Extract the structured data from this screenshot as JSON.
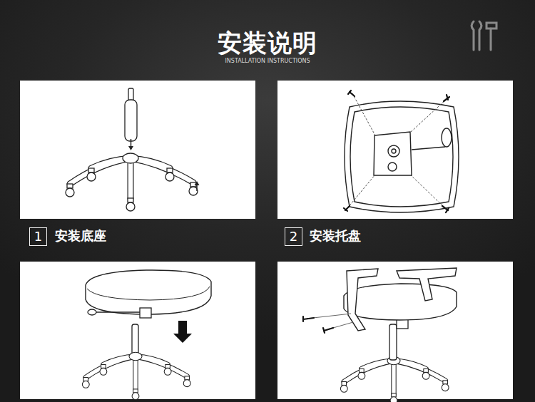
{
  "diagram": {
    "title": "安装说明",
    "nodes": [
      {
        "text": [
          "1"
        ]
      },
      {
        "text": [
          "2"
        ]
      }
    ],
    "labels": [
      "INSTALLATION INSTRUCTIONS",
      "安装底座",
      "安装托盘"
    ]
  }
}
